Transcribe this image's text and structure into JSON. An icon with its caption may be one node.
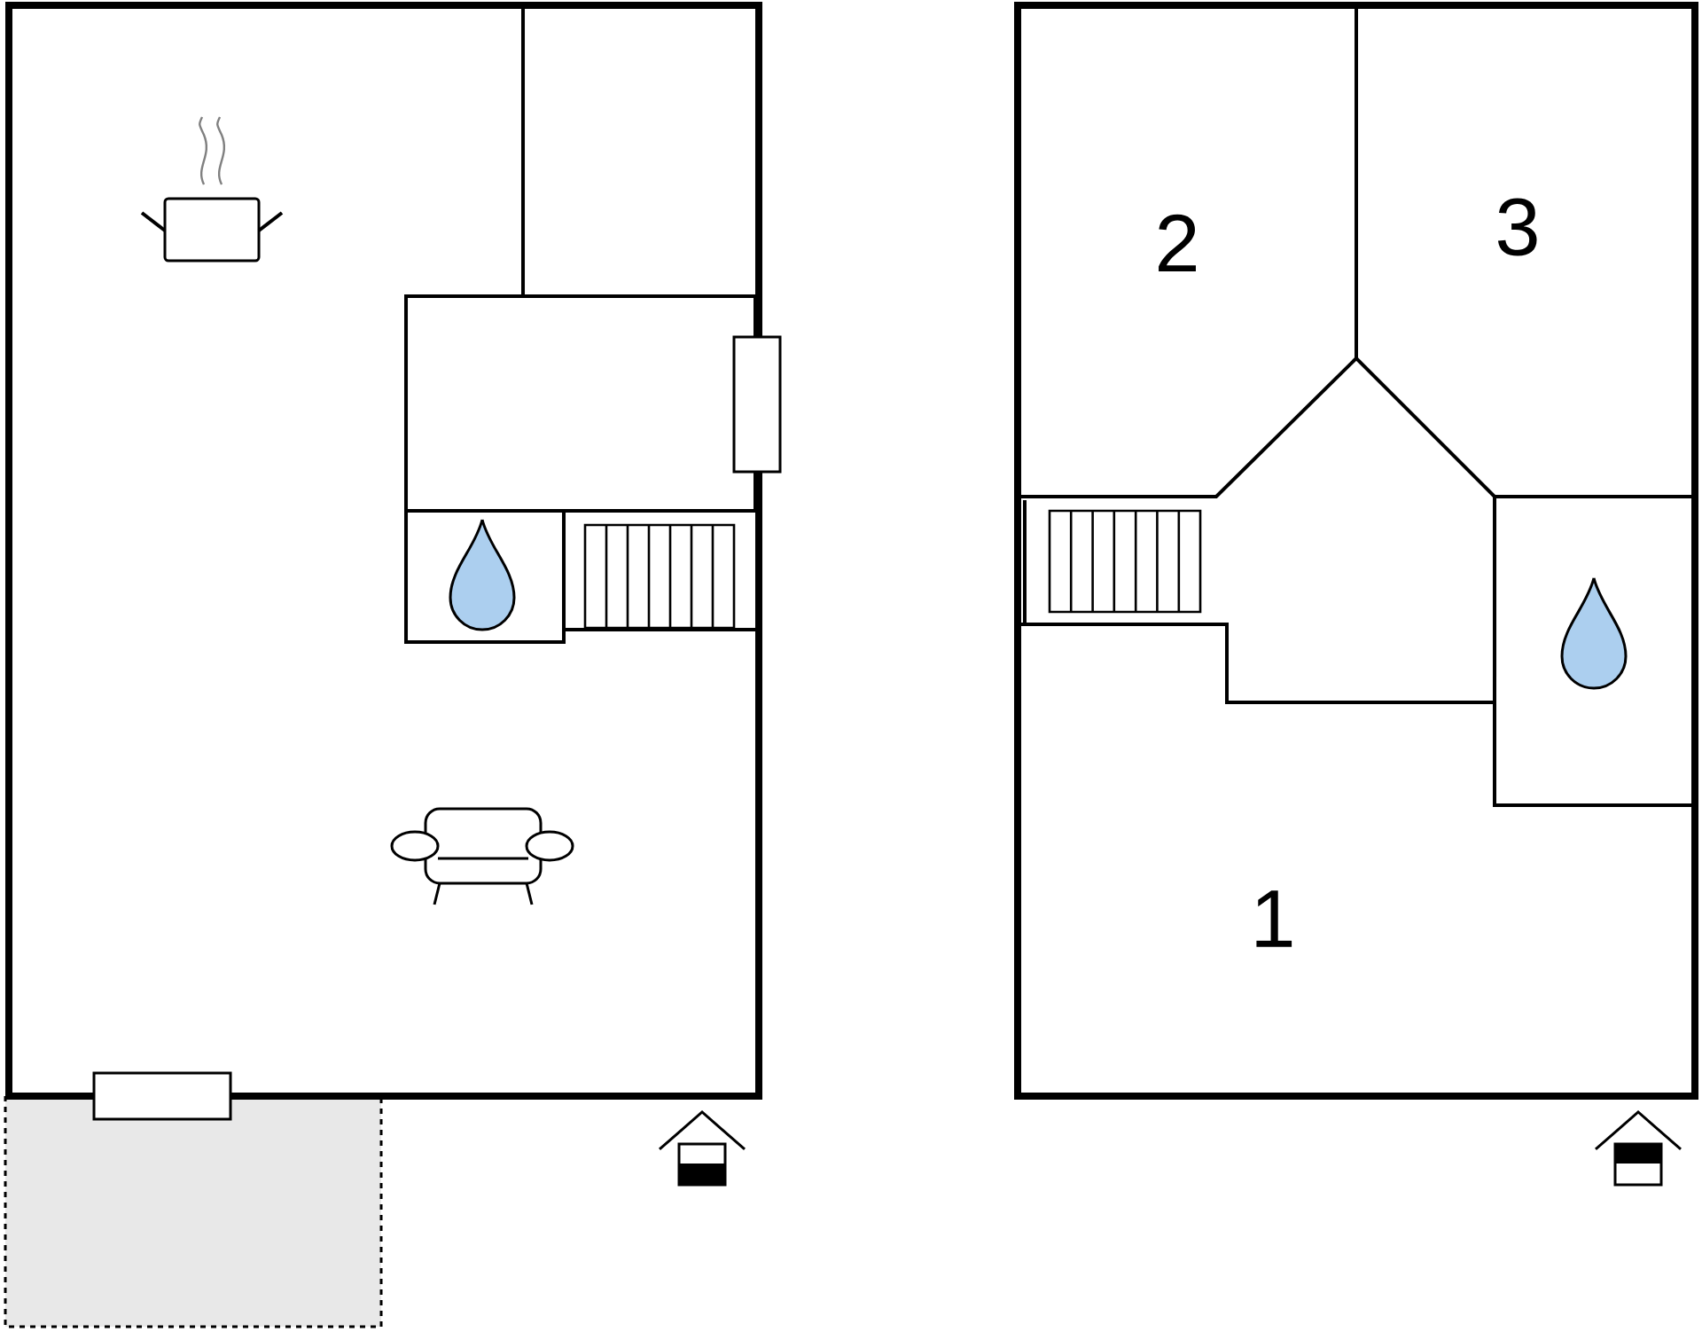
{
  "diagram": {
    "labels": [
      "2",
      "3",
      "1"
    ]
  }
}
